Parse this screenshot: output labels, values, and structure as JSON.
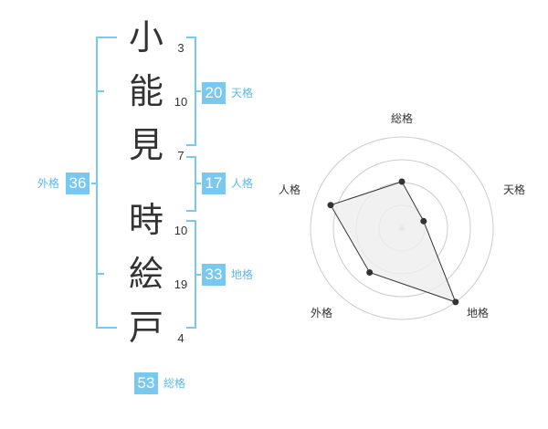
{
  "name": {
    "characters": [
      {
        "char": "小",
        "strokes": "3"
      },
      {
        "char": "能",
        "strokes": "10"
      },
      {
        "char": "見",
        "strokes": "7"
      },
      {
        "char": "時",
        "strokes": "10"
      },
      {
        "char": "絵",
        "strokes": "19"
      },
      {
        "char": "戸",
        "strokes": "4"
      }
    ]
  },
  "fortunes": {
    "tenkaku": {
      "value": "20",
      "label": "天格"
    },
    "jinkaku": {
      "value": "17",
      "label": "人格"
    },
    "chikaku": {
      "value": "33",
      "label": "地格"
    },
    "gaikaku": {
      "value": "36",
      "label": "外格"
    },
    "soukaku": {
      "value": "53",
      "label": "総格"
    }
  },
  "radar": {
    "axes": [
      "総格",
      "天格",
      "地格",
      "外格",
      "人格"
    ],
    "values": [
      0.51,
      0.25,
      1.0,
      0.6,
      0.82
    ],
    "max": 1.0,
    "rings": 4
  },
  "colors": {
    "badge": "#78c8f0",
    "bracket": "#78c8f0",
    "badge_label": "#5fb8e6",
    "radar_fill": "#eeeeee",
    "radar_grid": "#cccccc"
  }
}
